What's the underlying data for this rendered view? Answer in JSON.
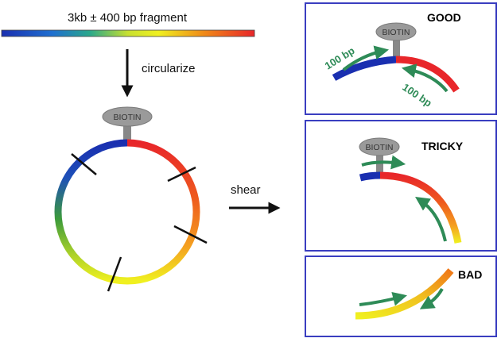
{
  "fragment_label": "3kb ± 400 bp fragment",
  "circularize_label": "circularize",
  "biotin_label": "BIOTIN",
  "shear_label": "shear",
  "panels": {
    "good": {
      "title": "GOOD",
      "bp_left": "100 bp",
      "bp_right": "100 bp"
    },
    "tricky": {
      "title": "TRICKY"
    },
    "bad": {
      "title": "BAD"
    }
  },
  "colors": {
    "panel_border": "#3a3ec0",
    "arrow_green": "#2e8b57",
    "biotin_fill": "#9a9a9a",
    "stem_gray": "#888888",
    "blue": "#1a2fb0",
    "red": "#e8262a",
    "orange": "#f07818",
    "yellow": "#f0f020",
    "green": "#3c9a3c"
  }
}
